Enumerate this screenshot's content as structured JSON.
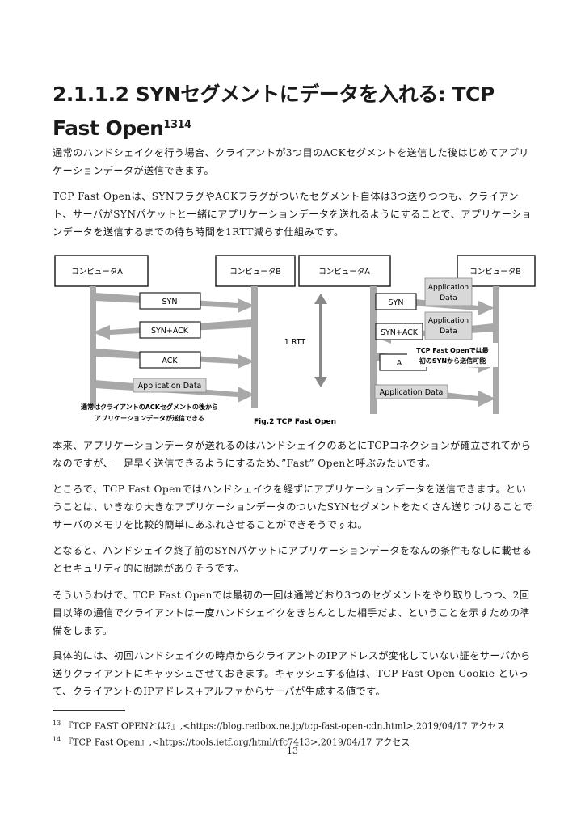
{
  "section": {
    "title": "2.1.1.2 SYNセグメントにデータを入れる: TCP Fast Open",
    "title_sup": "1314"
  },
  "paragraphs": [
    "通常のハンドシェイクを行う場合、クライアントが3つ目のACKセグメントを送信した後はじめてアプリケーションデータが送信できます。",
    "TCP Fast Openは、SYNフラグやACKフラグがついたセグメント自体は3つ送りつつも、クライアント、サーバがSYNパケットと一緒にアプリケーションデータを送れるようにすることで、アプリケーションデータを送信するまでの待ち時間を1RTT減らす仕組みです。",
    "本来、アプリケーションデータが送れるのはハンドシェイクのあとにTCPコネクションが確立されてからなのですが、一足早く送信できるようにするため、”Fast” Openと呼ぶみたいです。",
    "ところで、TCP Fast Openではハンドシェイクを経ずにアプリケーションデータを送信できます。ということは、いきなり大きなアプリケーションデータのついたSYNセグメントをたくさん送りつけることでサーバのメモリを比較的簡単にあふれさせることができそうですね。",
    "となると、ハンドシェイク終了前のSYNパケットにアプリケーションデータをなんの条件もなしに載せるとセキュリティ的に問題がありそうです。",
    "そういうわけで、TCP Fast Openでは最初の一回は通常どおり3つのセグメントをやり取りしつつ、2回目以降の通信でクライアントは一度ハンドシェイクをきちんとした相手だよ、ということを示すための準備をします。",
    "具体的には、初回ハンドシェイクの時点からクライアントのIPアドレスが変化していない証をサーバから送りクライアントにキャッシュさせておきます。キャッシュする値は、TCP Fast Open Cookie といって、クライアントのIPアドレス+アルファからサーバが生成する値です。"
  ],
  "figure": {
    "left": {
      "computer_a": "コンピュータA",
      "computer_b": "コンピュータB",
      "syn": "SYN",
      "syn_ack": "SYN+ACK",
      "ack": "ACK",
      "app_data": "Application Data",
      "note_line1": "通常はクライアントのACKセグメントの後から",
      "note_line2": "アプリケーションデータが送信できる"
    },
    "right": {
      "computer_a": "コンピュータA",
      "computer_b": "コンピュータB",
      "syn": "SYN",
      "syn_ack": "SYN+ACK",
      "ack": "A",
      "app_data_1a": "Application",
      "app_data_1b": "Data",
      "app_data_2a": "Application",
      "app_data_2b": "Data",
      "app_data": "Application Data",
      "rtt": "1 RTT",
      "note_line1": "TCP Fast Openでは最",
      "note_line2": "初のSYNから送信可能"
    },
    "caption": "Fig.2 TCP Fast Open"
  },
  "footnotes": [
    {
      "num": "13",
      "text": "『TCP FAST OPENとは?』,<https://blog.redbox.ne.jp/tcp-fast-open-cdn.html>,2019/04/17 アクセス"
    },
    {
      "num": "14",
      "text": "『TCP Fast Open』,<https://tools.ietf.org/html/rfc7413>,2019/04/17 アクセス"
    }
  ],
  "page_number": "13"
}
